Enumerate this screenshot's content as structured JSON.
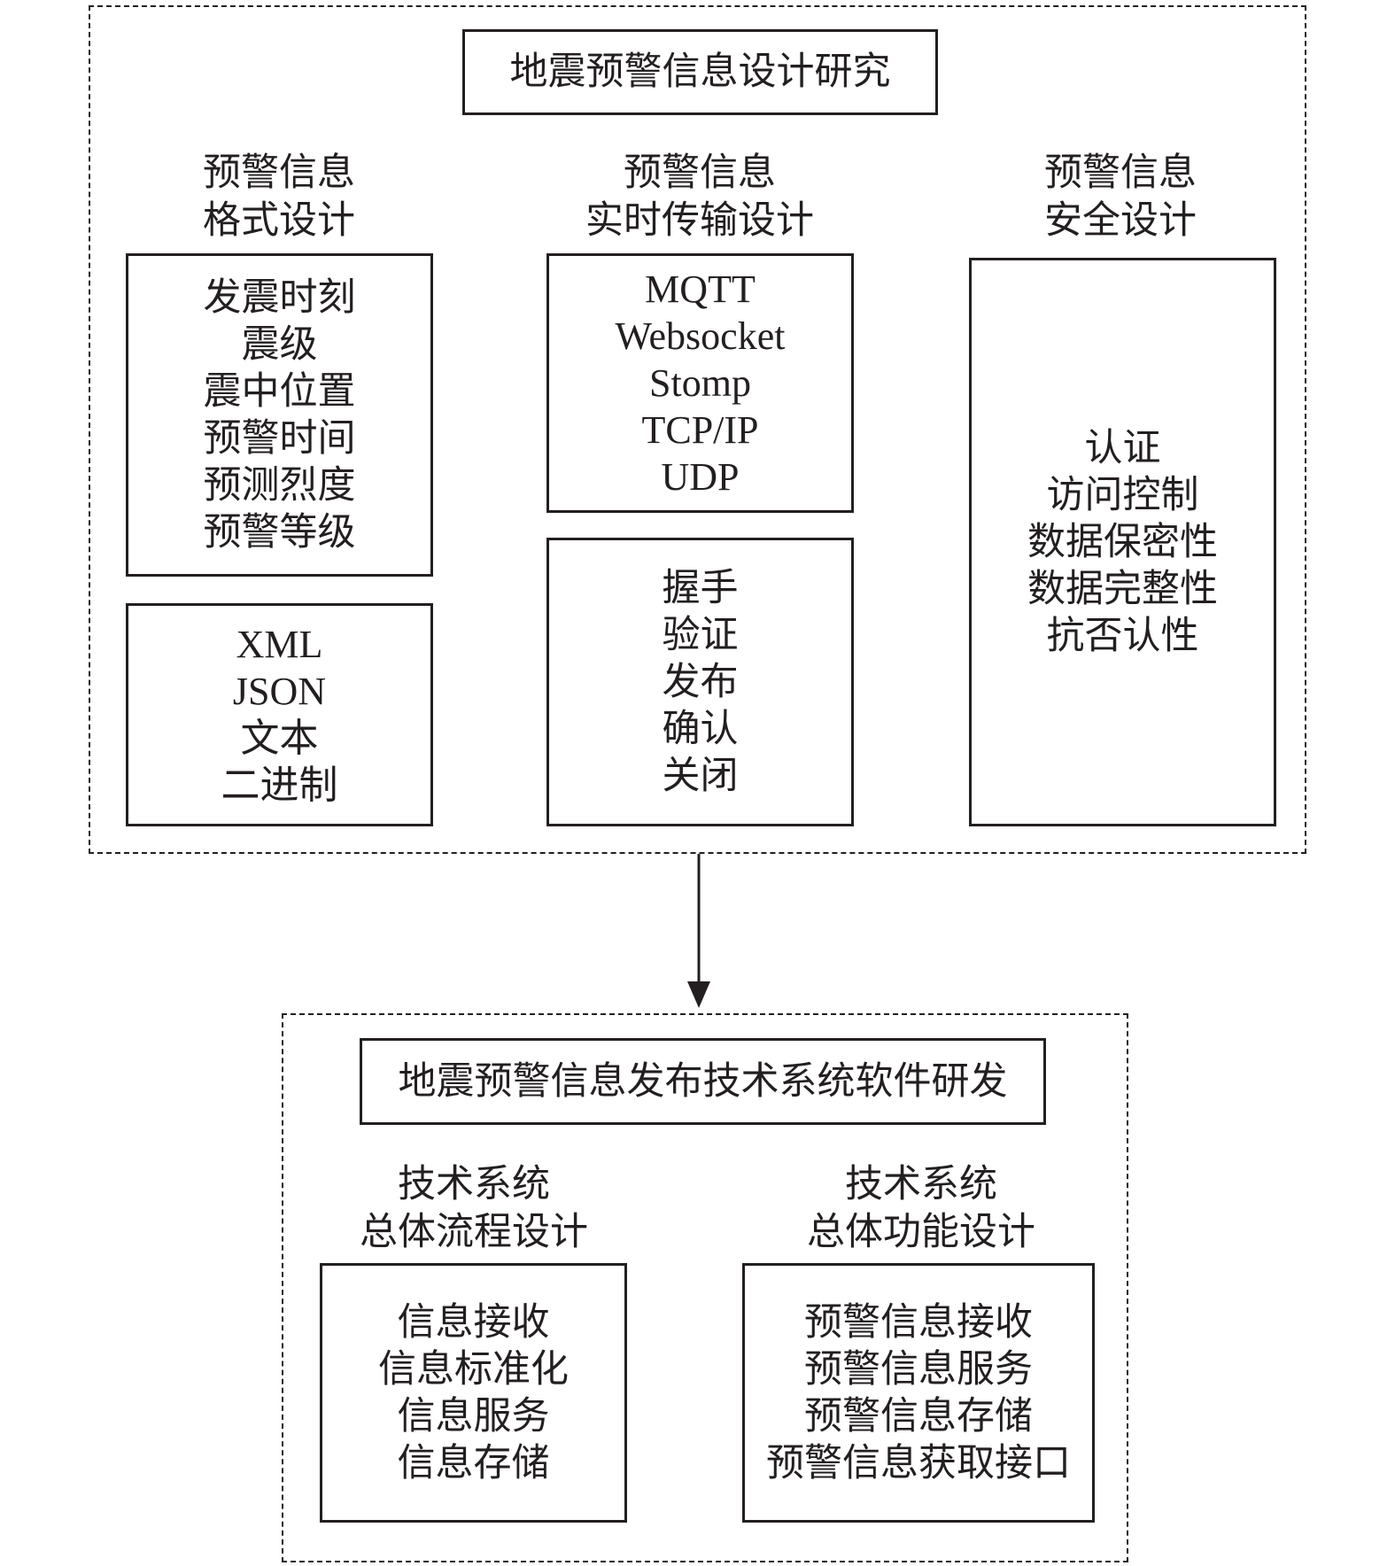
{
  "research": {
    "title": "地震预警信息设计研究",
    "columns": [
      {
        "heading": [
          "预警信息",
          "格式设计"
        ],
        "boxes": [
          [
            "发震时刻",
            "震级",
            "震中位置",
            "预警时间",
            "预测烈度",
            "预警等级"
          ],
          [
            "XML",
            "JSON",
            "文本",
            "二进制"
          ]
        ]
      },
      {
        "heading": [
          "预警信息",
          "实时传输设计"
        ],
        "boxes": [
          [
            "MQTT",
            "Websocket",
            "Stomp",
            "TCP/IP",
            "UDP"
          ],
          [
            "握手",
            "验证",
            "发布",
            "确认",
            "关闭"
          ]
        ]
      },
      {
        "heading": [
          "预警信息",
          "安全设计"
        ],
        "boxes": [
          [
            "认证",
            "访问控制",
            "数据保密性",
            "数据完整性",
            "抗否认性"
          ]
        ]
      }
    ]
  },
  "development": {
    "title": "地震预警信息发布技术系统软件研发",
    "columns": [
      {
        "heading": [
          "技术系统",
          "总体流程设计"
        ],
        "boxes": [
          [
            "信息接收",
            "信息标准化",
            "信息服务",
            "信息存储"
          ]
        ]
      },
      {
        "heading": [
          "技术系统",
          "总体功能设计"
        ],
        "boxes": [
          [
            "预警信息接收",
            "预警信息服务",
            "预警信息存储",
            "预警信息获取接口"
          ]
        ]
      }
    ]
  }
}
